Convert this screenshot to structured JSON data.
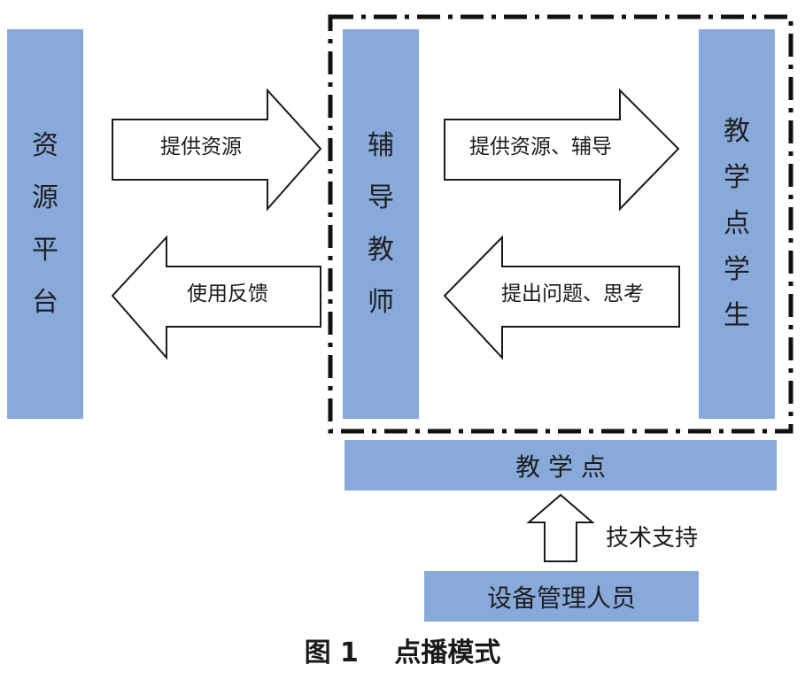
{
  "blocks": {
    "resource_platform": [
      "资",
      "源",
      "平",
      "台"
    ],
    "tutor": [
      "辅",
      "导",
      "教",
      "师"
    ],
    "students": [
      "教",
      "学",
      "点",
      "学",
      "生"
    ],
    "site": "教 学 点",
    "equipment_manager": "设备管理人员"
  },
  "arrows": {
    "platform_to_tutor": "提供资源",
    "tutor_to_platform": "使用反馈",
    "tutor_to_students": "提供资源、辅导",
    "students_to_tutor": "提出问题、思考",
    "tech_support": "技术支持"
  },
  "caption": "图 1　 点播模式",
  "colors": {
    "block_fill": "#88aadb",
    "frame_line": "#111111",
    "arrow_stroke": "#1a1a1a"
  }
}
